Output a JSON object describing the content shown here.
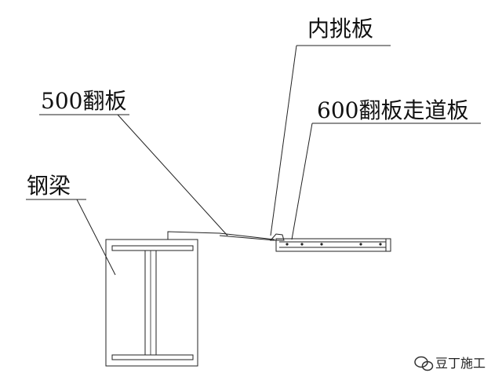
{
  "labels": {
    "inner_cantilever": "内挑板",
    "flap_500": "500翻板",
    "flap_600_walkway": "600翻板走道板",
    "steel_beam": "钢梁"
  },
  "watermark": {
    "text": "豆丁施工",
    "icon": "wechat-icon"
  },
  "colors": {
    "line": "#222222",
    "background": "#ffffff"
  }
}
